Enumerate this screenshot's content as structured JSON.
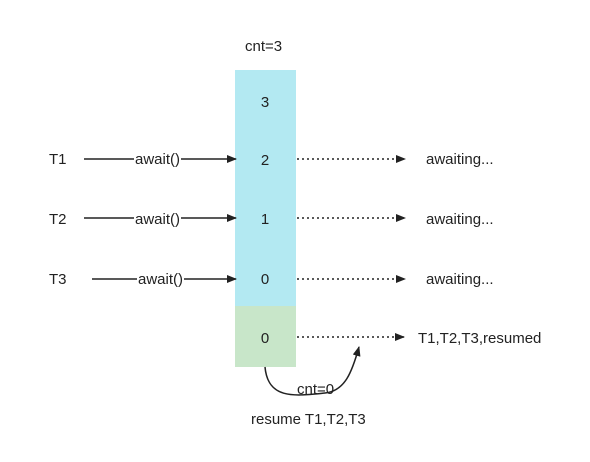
{
  "top_label": "cnt=3",
  "counter_cells": [
    "3",
    "2",
    "1",
    "0"
  ],
  "final_cell": "0",
  "threads": [
    {
      "name": "T1",
      "call": "await()",
      "status": "awaiting..."
    },
    {
      "name": "T2",
      "call": "await()",
      "status": "awaiting..."
    },
    {
      "name": "T3",
      "call": "await()",
      "status": "awaiting..."
    }
  ],
  "resumed_label": "T1,T2,T3,resumed",
  "zero_label": "cnt=0",
  "resume_label": "resume T1,T2,T3",
  "colors": {
    "counter_fill": "#b3e9f2",
    "final_fill": "#c8e6c9",
    "line": "#222222"
  }
}
